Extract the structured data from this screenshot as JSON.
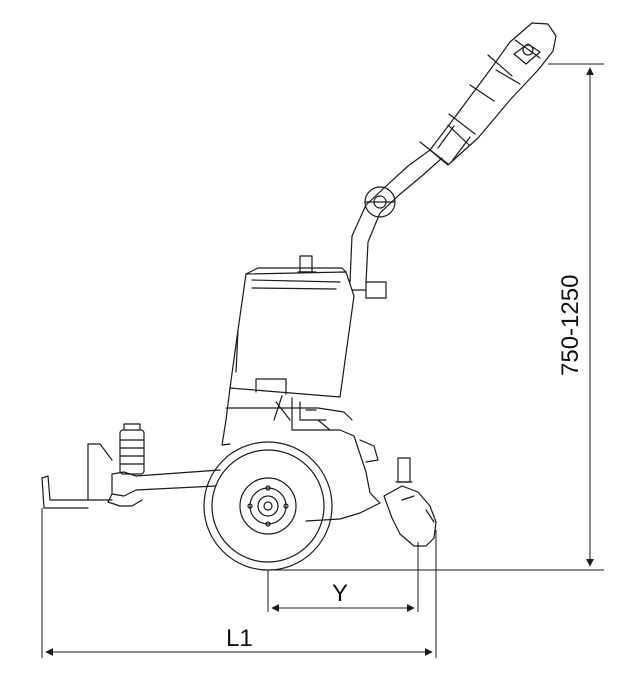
{
  "diagram": {
    "dimensions": {
      "height_range": "750-1250",
      "y_label": "Y",
      "l1_label": "L1"
    },
    "colors": {
      "stroke": "#1a1a1a",
      "fill": "#ffffff"
    }
  }
}
